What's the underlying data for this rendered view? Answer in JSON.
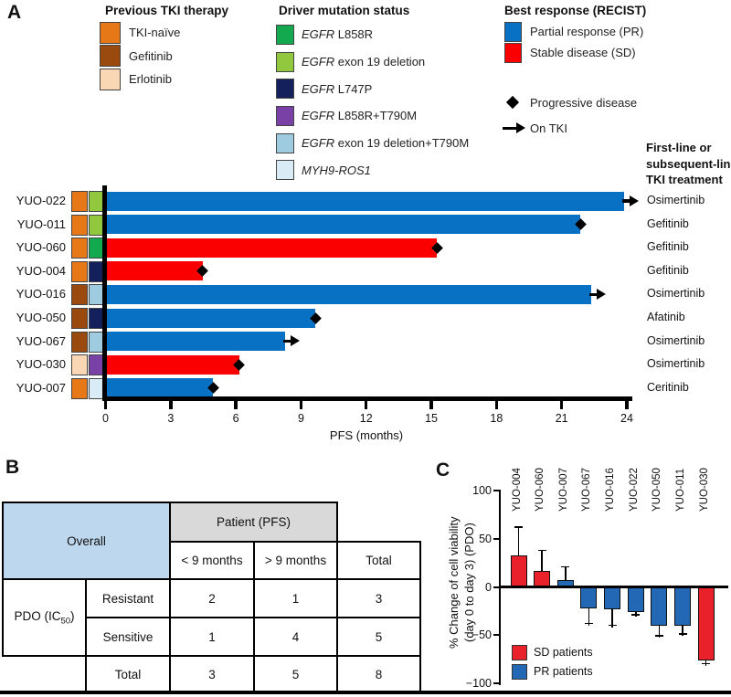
{
  "panel_a": {
    "label": "A",
    "legend_tki": {
      "title": "Previous TKI therapy",
      "items": [
        {
          "label": "TKI-naïve",
          "color": "#E67817"
        },
        {
          "label": "Gefitinib",
          "color": "#9A4A0F"
        },
        {
          "label": "Erlotinib",
          "color": "#FAD7B4"
        }
      ]
    },
    "legend_mutation": {
      "title": "Driver mutation status",
      "items": [
        {
          "gene": "EGFR",
          "rest": " L858R",
          "color": "#13A94E"
        },
        {
          "gene": "EGFR",
          "rest": " exon 19 deletion",
          "color": "#92C83E"
        },
        {
          "gene": "EGFR",
          "rest": " L747P",
          "color": "#14205C"
        },
        {
          "gene": "EGFR",
          "rest": " L858R+T790M",
          "color": "#7940A5"
        },
        {
          "gene": "EGFR",
          "rest": " exon 19 deletion+T790M",
          "color": "#9FCBE1"
        },
        {
          "gene": "MYH9-ROS1",
          "rest": "",
          "color": "#D9EBF4"
        }
      ]
    },
    "legend_response": {
      "title": "Best response (RECIST)",
      "items": [
        {
          "label": "Partial response (PR)",
          "code": "PR",
          "color": "#0971C3"
        },
        {
          "label": "Stable disease (SD)",
          "code": "SD",
          "color": "#FA0000"
        }
      ],
      "markers": [
        {
          "type": "diamond",
          "label": "Progressive disease"
        },
        {
          "type": "arrow",
          "label": "On TKI"
        }
      ]
    },
    "treatment_header": "First-line or subsequent-line TKI treatment"
  },
  "panel_b": {
    "label": "B",
    "overall": "Overall",
    "patient_pfs": "Patient (PFS)",
    "col_lt": "< 9 months",
    "col_gt": "> 9 months",
    "col_total": "Total",
    "row_group_pre": "PDO (IC",
    "row_group_sub": "50",
    "row_group_post": ")",
    "rows": [
      {
        "name": "Resistant",
        "lt": "2",
        "gt": "1",
        "total": "3"
      },
      {
        "name": "Sensitive",
        "lt": "1",
        "gt": "4",
        "total": "5"
      },
      {
        "name": "Total",
        "lt": "3",
        "gt": "5",
        "total": "8"
      }
    ],
    "header_fill": "#BDD7EE",
    "group_fill": "#D9D9D9"
  },
  "panel_c": {
    "label": "C",
    "legend": [
      {
        "label": "SD patients",
        "color": "#E8212B"
      },
      {
        "label": "PR patients",
        "color": "#2268B5"
      }
    ]
  },
  "chart_data": [
    {
      "type": "bar",
      "name": "swimmer-plot-pfs",
      "orientation": "horizontal",
      "xlabel": "PFS (months)",
      "xlim": [
        0,
        24
      ],
      "xticks": [
        0,
        3,
        6,
        9,
        12,
        15,
        18,
        21,
        24
      ],
      "patients": [
        {
          "id": "YUO-022",
          "tki": "TKI-naïve",
          "mutation": "EGFR exon 19 deletion",
          "response": "PR",
          "pfs_months": 23.8,
          "end_marker": "arrow",
          "treatment": "Osimertinib"
        },
        {
          "id": "YUO-011",
          "tki": "TKI-naïve",
          "mutation": "EGFR exon 19 deletion",
          "response": "PR",
          "pfs_months": 21.8,
          "end_marker": "diamond",
          "treatment": "Gefitinib"
        },
        {
          "id": "YUO-060",
          "tki": "TKI-naïve",
          "mutation": "EGFR L858R",
          "response": "SD",
          "pfs_months": 15.2,
          "end_marker": "diamond",
          "treatment": "Gefitinib"
        },
        {
          "id": "YUO-004",
          "tki": "TKI-naïve",
          "mutation": "EGFR L747P",
          "response": "SD",
          "pfs_months": 4.4,
          "end_marker": "diamond",
          "treatment": "Gefitinib"
        },
        {
          "id": "YUO-016",
          "tki": "Gefitinib",
          "mutation": "EGFR exon 19 deletion+T790M",
          "response": "PR",
          "pfs_months": 22.3,
          "end_marker": "arrow",
          "treatment": "Osimertinib"
        },
        {
          "id": "YUO-050",
          "tki": "Gefitinib",
          "mutation": "EGFR L747P",
          "response": "PR",
          "pfs_months": 9.6,
          "end_marker": "diamond",
          "treatment": "Afatinib"
        },
        {
          "id": "YUO-067",
          "tki": "Gefitinib",
          "mutation": "EGFR exon 19 deletion+T790M",
          "response": "PR",
          "pfs_months": 8.2,
          "end_marker": "arrow",
          "treatment": "Osimertinib"
        },
        {
          "id": "YUO-030",
          "tki": "Erlotinib",
          "mutation": "EGFR L858R+T790M",
          "response": "SD",
          "pfs_months": 6.1,
          "end_marker": "diamond",
          "treatment": "Osimertinib"
        },
        {
          "id": "YUO-007",
          "tki": "TKI-naïve",
          "mutation": "MYH9-ROS1",
          "response": "PR",
          "pfs_months": 4.9,
          "end_marker": "diamond",
          "treatment": "Ceritinib"
        }
      ]
    },
    {
      "type": "table",
      "name": "pdo-vs-pfs-contingency",
      "column_headers": [
        "< 9 months",
        "> 9 months",
        "Total"
      ],
      "row_headers": [
        "Resistant",
        "Sensitive",
        "Total"
      ],
      "values": [
        [
          2,
          1,
          3
        ],
        [
          1,
          4,
          5
        ],
        [
          3,
          5,
          8
        ]
      ]
    },
    {
      "type": "bar",
      "name": "pdo-viability-change",
      "ylabel_lines": [
        "% Change of cell viability",
        "(day 0 to day 3) (PDO)"
      ],
      "ylim": [
        -100,
        100
      ],
      "ytick_labels": [
        "100",
        "50",
        "0",
        "−50",
        "−100"
      ],
      "ytick_values": [
        100,
        50,
        0,
        -50,
        -100
      ],
      "categories": [
        "YUO-004",
        "YUO-060",
        "YUO-007",
        "YUO-067",
        "YUO-016",
        "YUO-022",
        "YUO-050",
        "YUO-011",
        "YUO-030"
      ],
      "values": [
        33,
        17,
        7,
        -22,
        -23,
        -26,
        -40,
        -40,
        -76
      ],
      "error_tips": [
        62,
        38,
        21,
        -38,
        -40,
        -29,
        -51,
        -49,
        -80
      ],
      "groups": [
        "SD",
        "SD",
        "PR",
        "PR",
        "PR",
        "PR",
        "PR",
        "PR",
        "SD"
      ],
      "group_colors": {
        "SD": "#E8212B",
        "PR": "#2268B5"
      }
    }
  ]
}
